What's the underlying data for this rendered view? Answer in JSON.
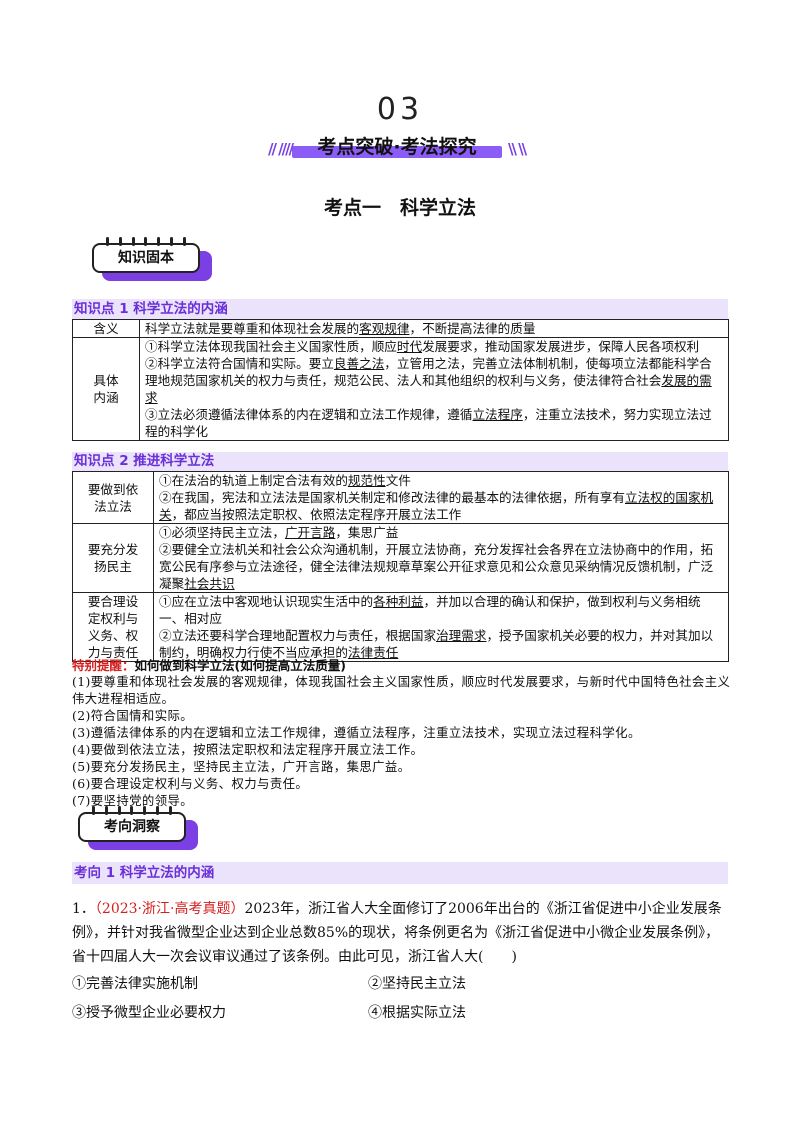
{
  "header": {
    "section_number": "03",
    "section_title": "考点突破·考法探究",
    "slashes_left": "// ////",
    "slashes_right": "\\\\ \\\\"
  },
  "topic": {
    "title": "考点一　科学立法"
  },
  "tags": {
    "knowledge": "知识固本",
    "direction": "考向洞察"
  },
  "knowledge_point_1": {
    "title": "知识点 1  科学立法的内涵",
    "rows": [
      {
        "header": "含义",
        "lines": [
          {
            "pre": "科学立法就是要尊重和体现社会发展的",
            "u": "客观规律",
            "post": "，不断提高法律的质量"
          }
        ]
      },
      {
        "header": "具体\n内涵",
        "lines": [
          {
            "pre": "①科学立法体现我国社会主义国家性质，顺应",
            "u": "时代",
            "post": "发展要求，推动国家发展进步，保障人民各项权利"
          },
          {
            "pre": "②科学立法符合国情和实际。要立",
            "u": "良善之法",
            "post": "，立管用之法，完善立法体制机制，使每项立法都能科学合理地规范国家机关的权力与责任，规范公民、法人和其他组织的权利与义务，使法律符合社会",
            "u2": "发展的需求",
            "post2": ""
          },
          {
            "pre": "③立法必须遵循法律体系的内在逻辑和立法工作规律，遵循",
            "u": "立法程序",
            "post": "，注重立法技术，努力实现立法过程的科学化"
          }
        ]
      }
    ]
  },
  "knowledge_point_2": {
    "title": "知识点 2  推进科学立法",
    "rows": [
      {
        "header": "要做到依\n法立法",
        "lines": [
          {
            "pre": "①在法治的轨道上制定合法有效的",
            "u": "规范性",
            "post": "文件"
          },
          {
            "pre": "②在我国，宪法和立法法是国家机关制定和修改法律的最基本的法律依据，所有享有",
            "u": "立法权的国家机关",
            "post": "，都应当按照法定职权、依照法定程序开展立法工作"
          }
        ]
      },
      {
        "header": "要充分发\n扬民主",
        "lines": [
          {
            "pre": "①必须坚持民主立法，",
            "u": "广开言路",
            "post": "，集思广益"
          },
          {
            "pre": "②要健全立法机关和社会公众沟通机制，开展立法协商，充分发挥社会各界在立法协商中的作用，拓宽公民有序参与立法途径，健全法律法规规章草案公开征求意见和公众意见采纳情况反馈机制，广泛凝聚",
            "u": "社会共识",
            "post": ""
          }
        ]
      },
      {
        "header": "要合理设\n定权利与\n义务、权\n力与责任",
        "lines": [
          {
            "pre": "①应在立法中客观地认识现实生活中的",
            "u": "各种利益",
            "post": "，并加以合理的确认和保护，做到权利与义务相统一、相对应"
          },
          {
            "pre": "②立法还要科学合理地配置权力与责任，根据国家",
            "u": "治理需求",
            "post": "，授予国家机关必要的权力，并对其加以制约，明确权力行使不当应承担的",
            "u2": "法律责任",
            "post2": ""
          }
        ]
      }
    ]
  },
  "special_tip": {
    "label": "特别提醒：",
    "title": "如何做到科学立法(如何提高立法质量)",
    "items": [
      "(1)要尊重和体现社会发展的客观规律，体现我国社会主义国家性质，顺应时代发展要求，与新时代中国特色社会主义伟大进程相适应。",
      "(2)符合国情和实际。",
      "(3)遵循法律体系的内在逻辑和立法工作规律，遵循立法程序，注重立法技术，实现立法过程科学化。",
      "(4)要做到依法立法，按照法定职权和法定程序开展立法工作。",
      "(5)要充分发扬民主，坚持民主立法，广开言路，集思广益。",
      "(6)要合理设定权利与义务、权力与责任。",
      "(7)要坚持党的领导。"
    ]
  },
  "direction_1": {
    "title": "考向 1  科学立法的内涵"
  },
  "question_1": {
    "number": "1．",
    "source": "（2023·浙江·高考真题）",
    "stem": "2023年，浙江省人大全面修订了2006年出台的《浙江省促进中小企业发展条例》，并针对我省微型企业达到企业总数85%的现状，将条例更名为《浙江省促进中小微企业发展条例》，省十四届人大一次会议审议通过了该条例。由此可见，浙江省人大(　　)",
    "options": [
      "①完善法律实施机制",
      "②坚持民主立法",
      "③授予微型企业必要权力",
      "④根据实际立法"
    ]
  },
  "colors": {
    "accent": "#7b3fe4",
    "bar_bg": "#ebe3fb",
    "tip_red": "#d41f1f"
  }
}
